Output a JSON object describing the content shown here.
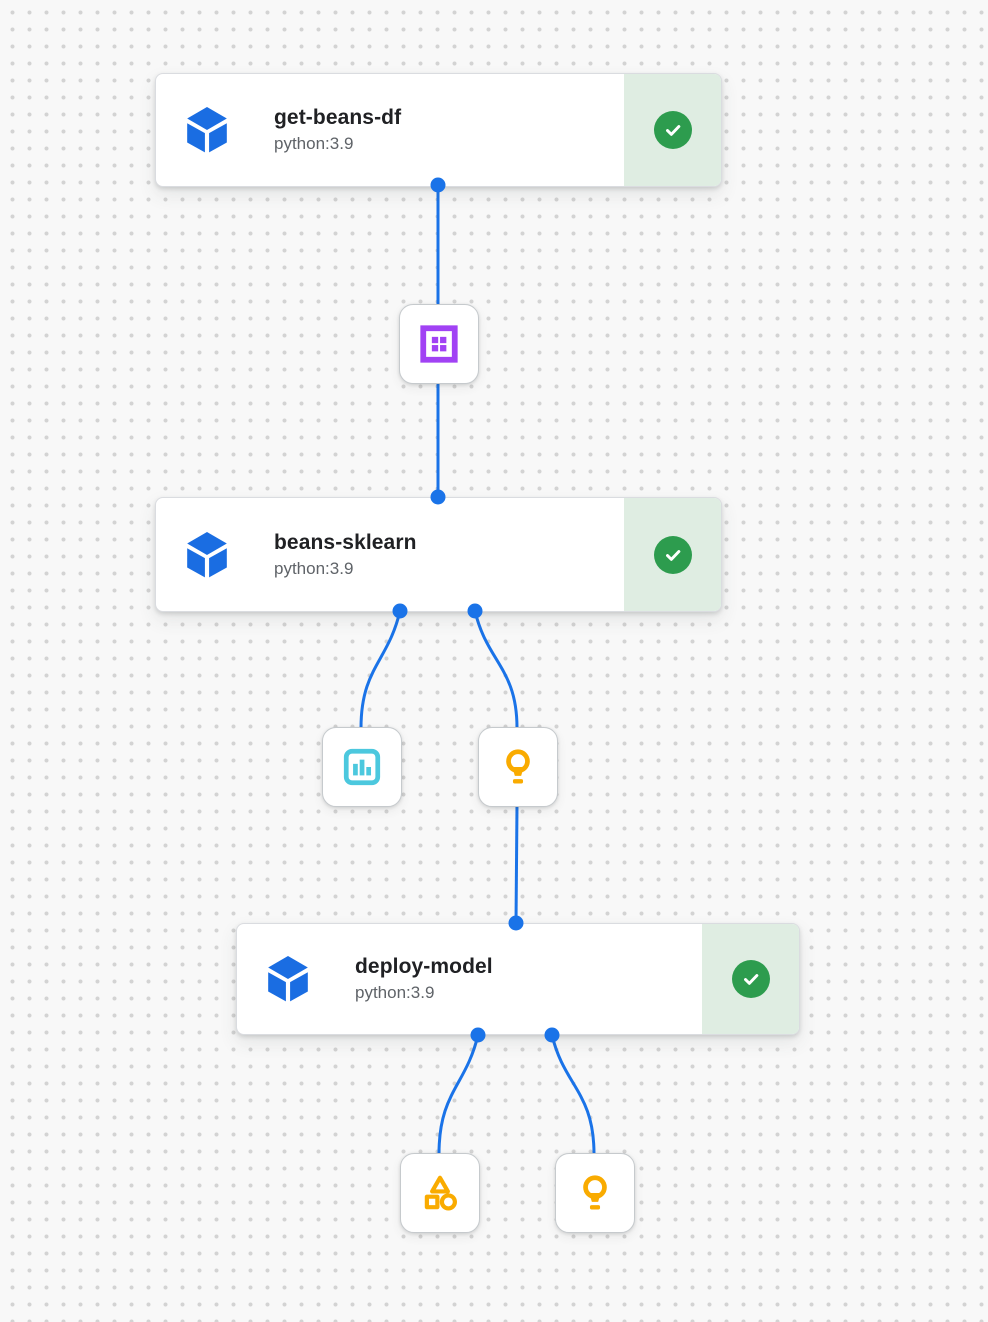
{
  "pipeline": {
    "steps": [
      {
        "title": "get-beans-df",
        "subtitle": "python:3.9",
        "status": "succeeded",
        "status_icon": "check-circle-icon"
      },
      {
        "title": "beans-sklearn",
        "subtitle": "python:3.9",
        "status": "succeeded",
        "status_icon": "check-circle-icon"
      },
      {
        "title": "deploy-model",
        "subtitle": "python:3.9",
        "status": "succeeded",
        "status_icon": "check-circle-icon"
      }
    ],
    "artifacts": [
      {
        "icon": "dataset-icon",
        "color": "#a142f4"
      },
      {
        "icon": "metrics-icon",
        "color": "#4cc8de"
      },
      {
        "icon": "lightbulb-icon",
        "color": "#f9ab00"
      },
      {
        "icon": "model-icon",
        "color": "#f9ab00"
      },
      {
        "icon": "lightbulb-icon",
        "color": "#f9ab00"
      }
    ],
    "edges": [
      {
        "from": "get-beans-df",
        "to": "dataset-artifact"
      },
      {
        "from": "dataset-artifact",
        "to": "beans-sklearn"
      },
      {
        "from": "beans-sklearn",
        "to": "metrics-artifact"
      },
      {
        "from": "beans-sklearn",
        "to": "lightbulb-artifact-1"
      },
      {
        "from": "lightbulb-artifact-1",
        "to": "deploy-model"
      },
      {
        "from": "deploy-model",
        "to": "model-artifact"
      },
      {
        "from": "deploy-model",
        "to": "lightbulb-artifact-2"
      }
    ]
  },
  "colors": {
    "edge_blue": "#1a73e8",
    "cube_blue": "#1a6de2",
    "success_green": "#2d9c4e",
    "success_bg": "#dfede2",
    "dataset_purple": "#a142f4",
    "metrics_cyan": "#4cc8de",
    "artifact_amber": "#f9ab00",
    "canvas_bg": "#f8f8f8",
    "dot_grid": "#d3d3d3"
  }
}
